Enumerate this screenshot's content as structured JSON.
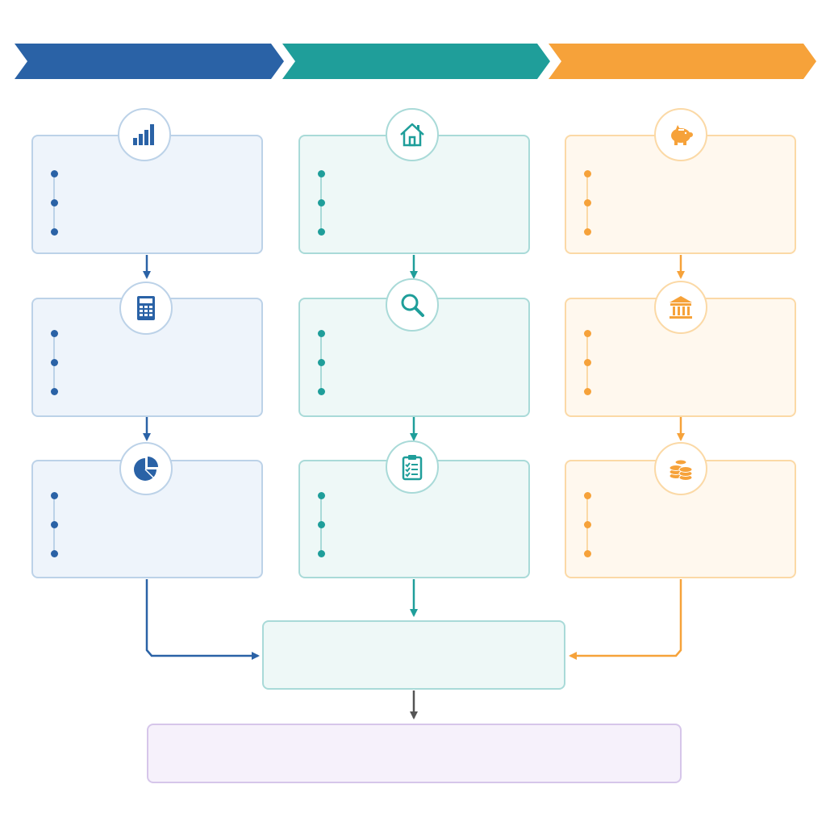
{
  "colors": {
    "blue": "#2a62a6",
    "teal": "#1f9e9a",
    "orange": "#f6a23a",
    "gray": "#555555",
    "purple_border": "#d6c6ea"
  },
  "columns": [
    {
      "name": "column-blue",
      "color": "blue",
      "steps": [
        {
          "icon": "bar-chart-icon"
        },
        {
          "icon": "calculator-icon"
        },
        {
          "icon": "pie-chart-icon"
        }
      ]
    },
    {
      "name": "column-teal",
      "color": "teal",
      "steps": [
        {
          "icon": "house-icon"
        },
        {
          "icon": "magnifier-icon"
        },
        {
          "icon": "clipboard-checklist-icon"
        }
      ]
    },
    {
      "name": "column-orange",
      "color": "orange",
      "steps": [
        {
          "icon": "piggy-bank-icon"
        },
        {
          "icon": "bank-building-icon"
        },
        {
          "icon": "coin-stack-icon"
        }
      ]
    }
  ],
  "merge_box": {
    "text": ""
  },
  "final_box": {
    "text": ""
  }
}
